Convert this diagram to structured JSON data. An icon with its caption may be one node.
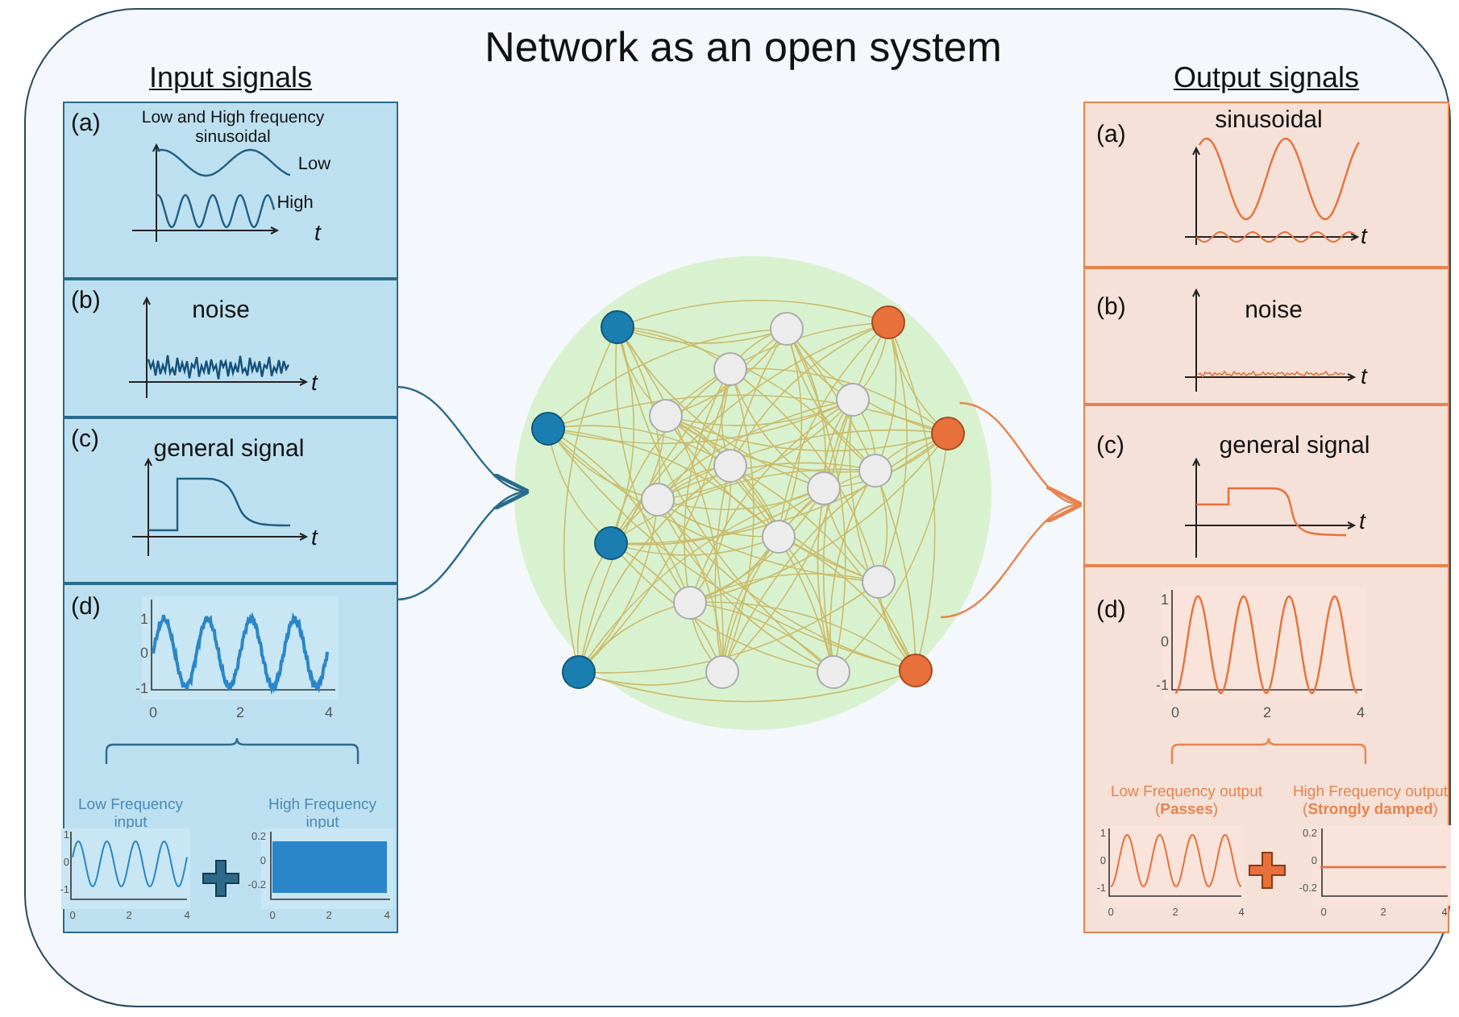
{
  "diagram": {
    "nodes": [
      {
        "text": [
          "Network as an open system"
        ]
      },
      {
        "text": [
          "Input signals"
        ],
        "in": 0
      },
      {
        "text": [
          "(a)",
          "Low and High frequency sinusoidal"
        ],
        "in": 1
      },
      {
        "text": [
          "(b)",
          "noise"
        ],
        "in": 1
      },
      {
        "text": [
          "(c)",
          "general signal"
        ],
        "in": 1
      },
      {
        "text": [
          "(d)",
          "Low Frequency input",
          "High Frequency input"
        ],
        "in": 1
      },
      {
        "text": [],
        "shape": "picture",
        "in": 0
      },
      {
        "text": [
          "Output signals"
        ],
        "in": 0
      },
      {
        "text": [
          "(a)",
          "sinusoidal"
        ],
        "in": 7
      },
      {
        "text": [
          "(b)",
          "noise"
        ],
        "in": 7
      },
      {
        "text": [
          "(c)",
          "general signal"
        ],
        "in": 7
      },
      {
        "text": [
          "(d)",
          "Low Frequency output (**Passes**)",
          "High Frequency output (**Strongly damped**)"
        ],
        "in": 7
      }
    ],
    "edges": [
      {
        "from": 3,
        "to": 6,
        "arrow": "to",
        "color": "#2a6b8c"
      },
      {
        "from": 5,
        "to": 6,
        "arrow": "to",
        "color": "#2a6b8c"
      },
      {
        "from": 6,
        "to": 10,
        "arrow": "to",
        "color": "#e8834e"
      },
      {
        "from": 6,
        "to": 10,
        "arrow": "to",
        "color": "#e8834e"
      }
    ],
    "labels": [
      "Low",
      "High",
      "t",
      "t",
      "t",
      "1",
      "0",
      "-1",
      "0",
      "2",
      "4",
      "1",
      "0",
      "-1",
      "0",
      "2",
      "4",
      "0.2",
      "0",
      "-0.2",
      "0",
      "2",
      "4",
      "t",
      "t",
      "t",
      "1",
      "0",
      "-1",
      "0",
      "2",
      "4",
      "1",
      "0",
      "-1",
      "0",
      "2",
      "4",
      "0.2",
      "0",
      "-0.2",
      "0",
      "2",
      "4"
    ]
  }
}
